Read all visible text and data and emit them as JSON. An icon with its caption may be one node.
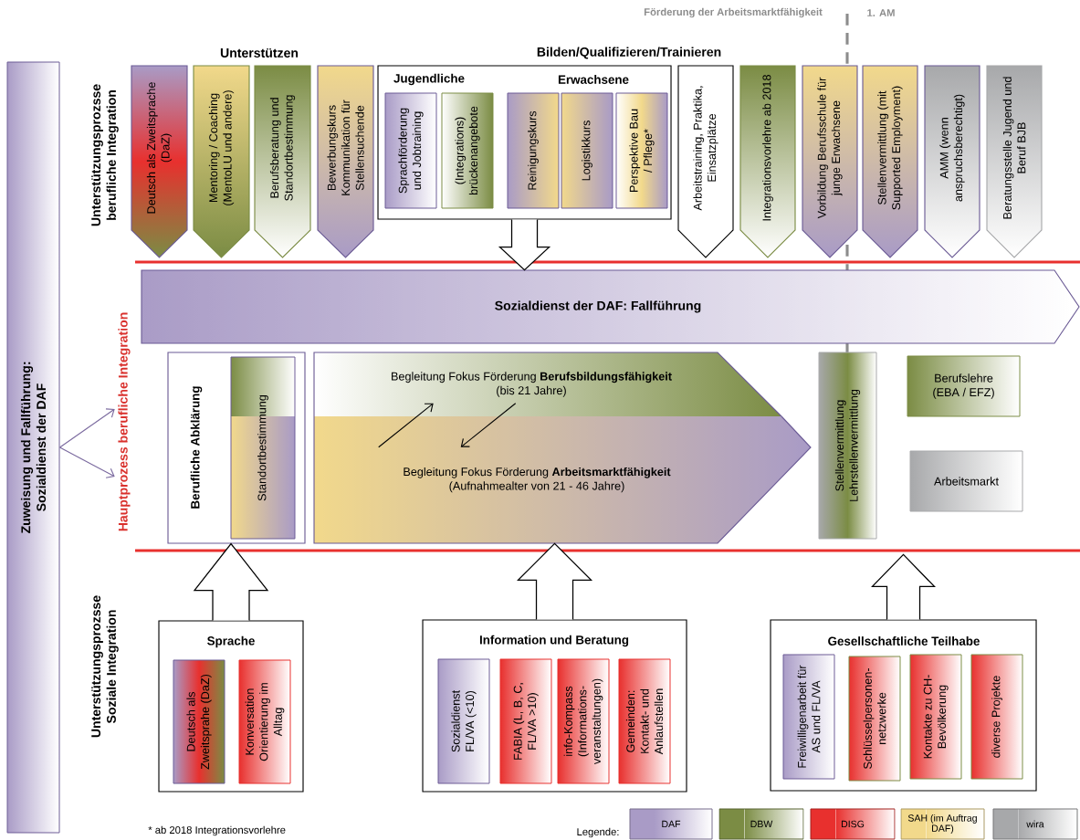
{
  "diagram": {
    "nodes": [
      {
        "text": [
          "Zuweisung und Fallführung: Sozialdienst der DAF"
        ]
      },
      {
        "text": [
          "Deutsch als Zweitsprache (DaZ)"
        ]
      },
      {
        "text": [
          "Mentoring / Coaching (MentoLU und andere)"
        ]
      },
      {
        "text": [
          "Berufsberatung und Standortbestimmung"
        ]
      },
      {
        "text": [
          "Bewerbungskurs Kommunikation für Stellensuchende"
        ]
      },
      {
        "text": [
          "Jugendliche",
          "Erwachsene"
        ]
      },
      {
        "text": [
          "Sprachförderung und Jobtraining"
        ],
        "in": 5
      },
      {
        "text": [
          "(Integrations) brückenangebote"
        ],
        "in": 5
      },
      {
        "text": [
          "Reinigungskurs"
        ],
        "in": 5
      },
      {
        "text": [
          "Logistikkurs"
        ],
        "in": 5
      },
      {
        "text": [
          "Perspektive Bau / Pflege*"
        ],
        "in": 5
      },
      {
        "text": [
          "Arbeitstraining, Praktika, Einsatzplätze"
        ]
      },
      {
        "text": [
          "Integrationsvorlehre ab 2018"
        ]
      },
      {
        "text": [
          "Vorbildung Berufsschule für junge Erwachsene"
        ]
      },
      {
        "text": [
          "Stellenvermittlung (mit Supported Employment)"
        ]
      },
      {
        "text": [
          "AMM (wenn anspruchsberechtigt)"
        ]
      },
      {
        "text": [
          "Beratungsstelle Jugend und Beruf BJB"
        ]
      },
      {
        "text": [
          "Sozialdienst der DAF: Fallführung"
        ]
      },
      {
        "text": [
          "Berufliche Abklärung"
        ]
      },
      {
        "text": [
          "Standortbestimmung"
        ],
        "in": 18
      },
      {
        "text": [
          "Begleitung Fokus Förderung **Berufsbildungsfähigkeit**",
          "(bis 21 Jahre)"
        ]
      },
      {
        "text": [
          "Begleitung Fokus Förderung **Arbeitsmarktfähigkeit**",
          "(Aufnahmealter von 21 - 46 Jahre)"
        ]
      },
      {
        "text": [
          "Stellenvermittlung Lehrstellenvermittlung"
        ]
      },
      {
        "text": [
          "Berufslehre (EBA / EFZ)"
        ]
      },
      {
        "text": [
          "Arbeitsmarkt"
        ]
      },
      {
        "text": [
          "Sprache"
        ]
      },
      {
        "text": [
          "Deutsch als Zweitsprahe (DaZ)"
        ],
        "in": 25
      },
      {
        "text": [
          "Konversation Orientierung im Alltag"
        ],
        "in": 25
      },
      {
        "text": [
          "Information und Beratung"
        ]
      },
      {
        "text": [
          "Sozialdienst FL/VA (<10)"
        ],
        "in": 28
      },
      {
        "text": [
          "FABIA (L, B, C, FL/VA >10)"
        ],
        "in": 28
      },
      {
        "text": [
          "info-Kompass (Informations- veranstaltungen)"
        ],
        "in": 28
      },
      {
        "text": [
          "Gemeinden: Kontakt- und Anlaufstellen"
        ],
        "in": 28
      },
      {
        "text": [
          "Gesellschaftliche Teilhabe"
        ]
      },
      {
        "text": [
          "Freiwilligenarbeit für AS und FL/VA"
        ],
        "in": 33
      },
      {
        "text": [
          "Schlüsselpersonen- netzwerke"
        ],
        "in": 33
      },
      {
        "text": [
          "Kontakte zu CH- Bevölkerung"
        ],
        "in": 33
      },
      {
        "text": [
          "diverse Projekte"
        ],
        "in": 33
      },
      {
        "text": [
          "Hauptprozess berufliche Integration"
        ]
      }
    ],
    "edges": [
      {
        "from": 0,
        "to": 38,
        "arrow": "to",
        "color": "#7b6a9f"
      },
      {
        "from": 0,
        "to": 38,
        "arrow": "to",
        "color": "#7b6a9f"
      },
      {
        "from": 21,
        "to": 20,
        "arrow": "to",
        "color": "#000000"
      },
      {
        "from": 20,
        "to": 21,
        "arrow": "to",
        "color": "#000000"
      },
      {
        "from": 5,
        "to": 17,
        "arrow": "to"
      },
      {
        "from": 25,
        "to": 18,
        "arrow": "to"
      },
      {
        "from": 28,
        "to": 21,
        "arrow": "to"
      },
      {
        "from": 33,
        "to": null,
        "arrow": "to"
      }
    ],
    "labels": [
      "Förderung der Arbeitsmarktfähigkeit",
      "1. AM",
      "Unterstützen",
      "Bilden/Qualifizieren/Trainieren",
      "Unterstützungsprozsse berufliche Integration",
      "Unterstützungsprozsse Soziale Integration",
      "* ab 2018 Integrationsvorlehre",
      "Legende:"
    ],
    "legend": [
      {
        "text": "DAF",
        "color": "#a99bc6"
      },
      {
        "text": "DBW",
        "color": "#7b8c44"
      },
      {
        "text": "DISG",
        "color": "#e8302e"
      },
      {
        "text": "SAH (im Auftrag DAF)",
        "color": "#f2d98b"
      },
      {
        "text": "wira",
        "color": "#a7a8aa"
      }
    ]
  }
}
